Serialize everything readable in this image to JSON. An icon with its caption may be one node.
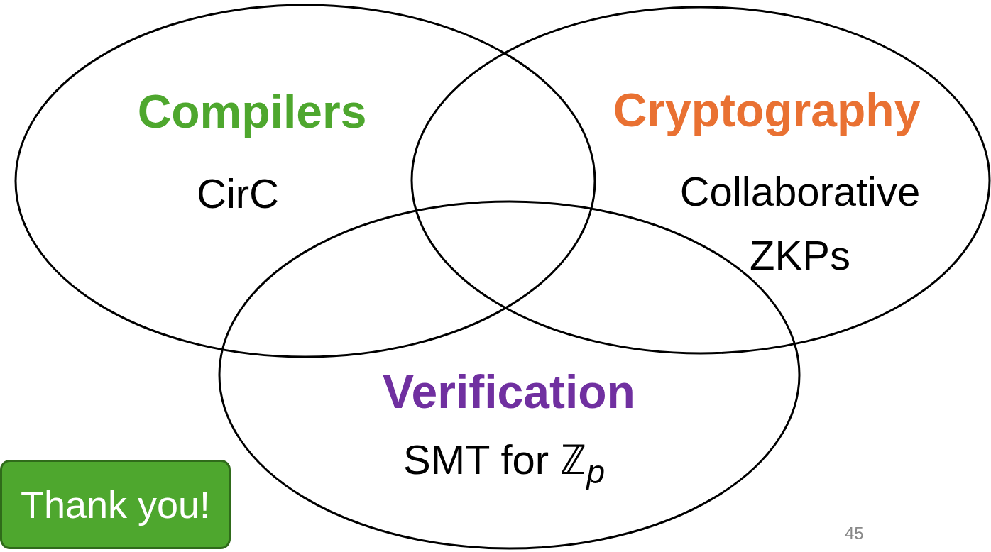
{
  "diagram": {
    "nodes": [
      {
        "text": [
          "Compilers",
          "CirC"
        ]
      },
      {
        "text": [
          "Cryptography",
          "Collaborative ZKPs"
        ]
      },
      {
        "text": [
          "Verification",
          "SMT for ℤ$_{p}$"
        ]
      },
      {
        "text": [
          "Thank you!"
        ]
      }
    ],
    "labels": [
      "45"
    ]
  }
}
